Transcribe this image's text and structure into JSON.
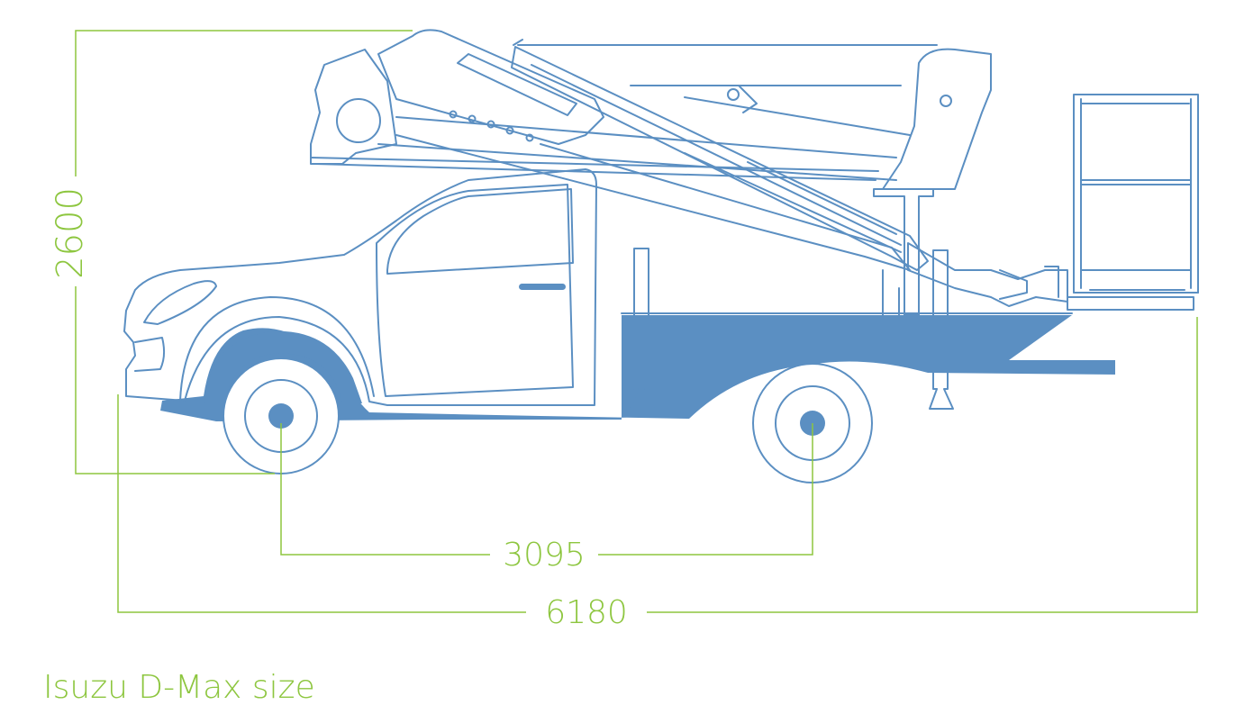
{
  "colors": {
    "outline": "#5b8fc2",
    "fill": "#5b8fc2",
    "dimension": "#8dc63f",
    "background": "#ffffff"
  },
  "dimensions": {
    "height": "2600",
    "wheelbase": "3095",
    "length": "6180"
  },
  "caption": "Isuzu D-Max size"
}
